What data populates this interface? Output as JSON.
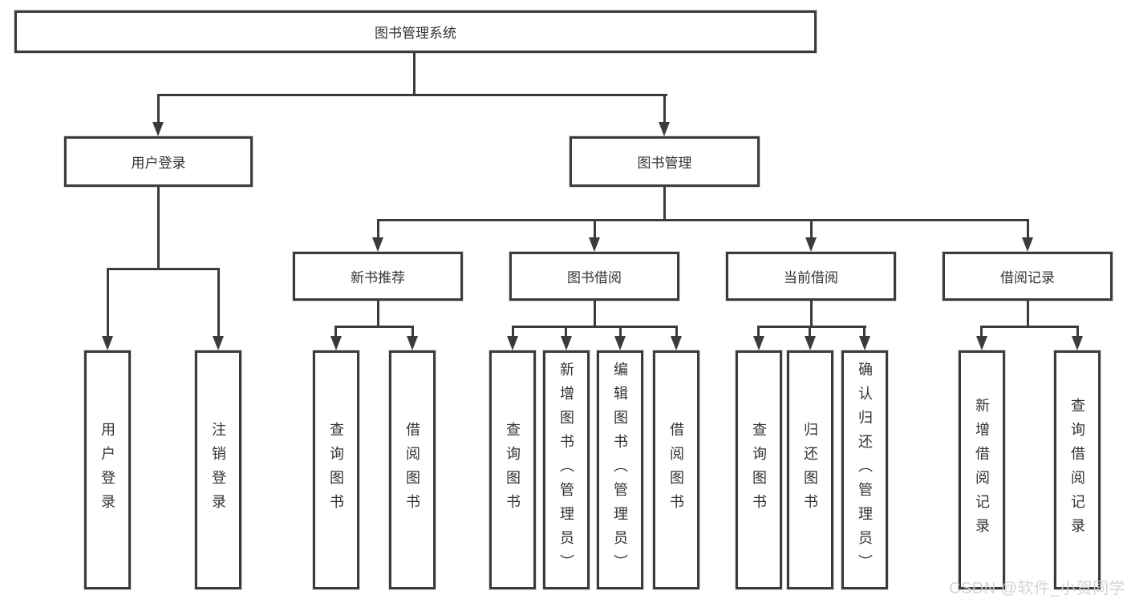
{
  "diagram": {
    "root": {
      "label": "图书管理系统"
    },
    "branches": [
      {
        "label": "用户登录",
        "children": [
          {
            "label": "用户登录"
          },
          {
            "label": "注销登录"
          }
        ]
      },
      {
        "label": "图书管理",
        "children": [
          {
            "label": "新书推荐",
            "children": [
              {
                "label": "查询图书"
              },
              {
                "label": "借阅图书"
              }
            ]
          },
          {
            "label": "图书借阅",
            "children": [
              {
                "label": "查询图书"
              },
              {
                "label": "新增图书（管理员）"
              },
              {
                "label": "编辑图书（管理员）"
              },
              {
                "label": "借阅图书"
              }
            ]
          },
          {
            "label": "当前借阅",
            "children": [
              {
                "label": "查询图书"
              },
              {
                "label": "归还图书"
              },
              {
                "label": "确认归还（管理员）"
              }
            ]
          },
          {
            "label": "借阅记录",
            "children": [
              {
                "label": "新增借阅记录"
              },
              {
                "label": "查询借阅记录"
              }
            ]
          }
        ]
      }
    ]
  },
  "watermark": {
    "text": "CSDN @软件_小贺同学"
  },
  "colors": {
    "line": "#3b3b3b",
    "box_border": "#3b3b3b",
    "text": "#333333",
    "background": "#ffffff",
    "watermark": "#d0d0d0"
  }
}
